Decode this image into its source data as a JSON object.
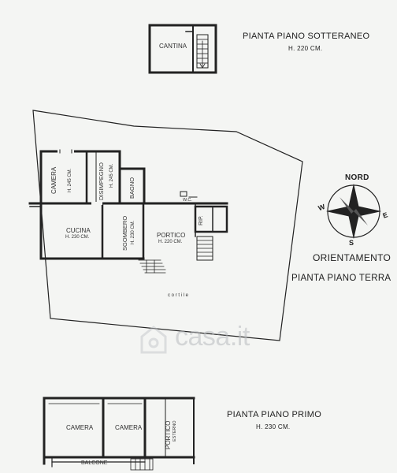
{
  "headers": {
    "basement_title": "PIANTA PIANO SOTTERANEO",
    "basement_height": "H. 220 CM.",
    "orientation_label": "ORIENTAMENTO",
    "ground_title": "PIANTA PIANO TERRA",
    "first_title": "PIANTA PIANO PRIMO",
    "first_height": "H. 230 CM."
  },
  "compass": {
    "north": "NORD",
    "south": "S",
    "east": "E",
    "west": "W"
  },
  "basement": {
    "cantina": "CANTINA"
  },
  "ground": {
    "camera": "CAMERA",
    "camera_h": "H. 245 CM.",
    "disimpegno": "DISIMPEGNO",
    "disimpegno_h": "H. 245 CM.",
    "bagno": "BAGNO",
    "wc": "W.C.",
    "cucina": "CUCINA",
    "cucina_h": "H. 230 CM.",
    "sgombero": "SGOMBERO",
    "sgombero_h": "H. 230 CM.",
    "portico": "PORTICO",
    "portico_h": "H. 220 CM.",
    "rip": "RIP.",
    "cortile": "c o r t i l e"
  },
  "first": {
    "camera_left": "CAMERA",
    "camera_right": "CAMERA",
    "portico": "PORTICO",
    "portico_sub": "ESTERNO",
    "balcone": "BALCONE"
  },
  "watermark": {
    "text": "casa.it"
  }
}
